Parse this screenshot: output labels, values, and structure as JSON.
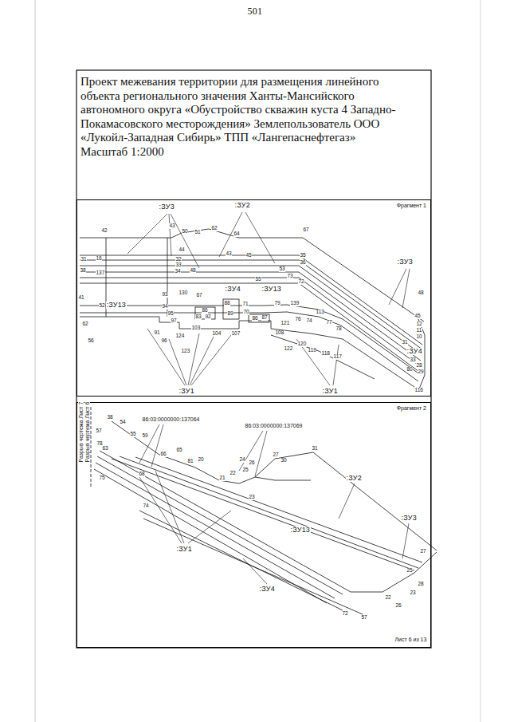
{
  "diagram": {
    "title": "Проект межевания территории для размещения линейного объекта регионального значения Ханты-Мансийского автономного округа «Обустройство скважин куста 4 Западно-Покамасовского месторождения» Землепользователь ООО «Лукойл-Западная Сибирь» ТПП «Лангепаснефтегаз»",
    "nodes": [
      {
        "text": [
          "Фрагмент 1"
        ]
      },
      {
        "text": [
          "Фрагмент 2"
        ]
      }
    ],
    "labels": [
      "501",
      "Масштаб 1:2000",
      ":ЗУ3",
      ":ЗУ2",
      "42",
      "43",
      "50",
      "51",
      "62",
      "64",
      "67",
      "44",
      "32",
      "33",
      "34",
      "48",
      "43",
      "45",
      "53",
      "73",
      "72",
      "55",
      "35",
      "36",
      "31",
      "16",
      "38",
      "137",
      ":ЗУ3",
      "48",
      ":ЗУ13",
      "93",
      "130",
      "67",
      ":ЗУ4",
      ":ЗУ13",
      "41",
      "52",
      "62",
      "56",
      "94",
      "95",
      "97",
      "86",
      "83",
      "92",
      "88",
      "89",
      "71",
      "70",
      "79",
      "139",
      "113",
      "76",
      "74",
      "77",
      "78",
      "86",
      "87",
      "121",
      "108",
      "91",
      "96",
      "124",
      "103",
      "104",
      "107",
      "123",
      "122",
      "120",
      "119",
      "118",
      "117",
      ":ЗУ1",
      ":ЗУ1",
      "45",
      "12",
      "11",
      "10",
      ":ЗУ4",
      "31",
      "33",
      "28",
      "29",
      "80",
      "116",
      "Разрыв чертежа Лист 7",
      "Разрыв чертежа Лист 6",
      "86:03:0000000:137064",
      "86:03:0000000:137069",
      "38",
      "54",
      "55",
      "59",
      "57",
      "78",
      "63",
      "75",
      "66",
      "65",
      "81",
      "20",
      "68",
      "74",
      "21",
      "22",
      "23",
      "24",
      "25",
      "26",
      "27",
      "30",
      "31",
      ":ЗУ2",
      ":ЗУ3",
      ":ЗУ13",
      ":ЗУ1",
      ":ЗУ4",
      "27",
      "25",
      "28",
      "23",
      "22",
      "26",
      "72",
      "57",
      "Лист 6 из 13"
    ]
  }
}
